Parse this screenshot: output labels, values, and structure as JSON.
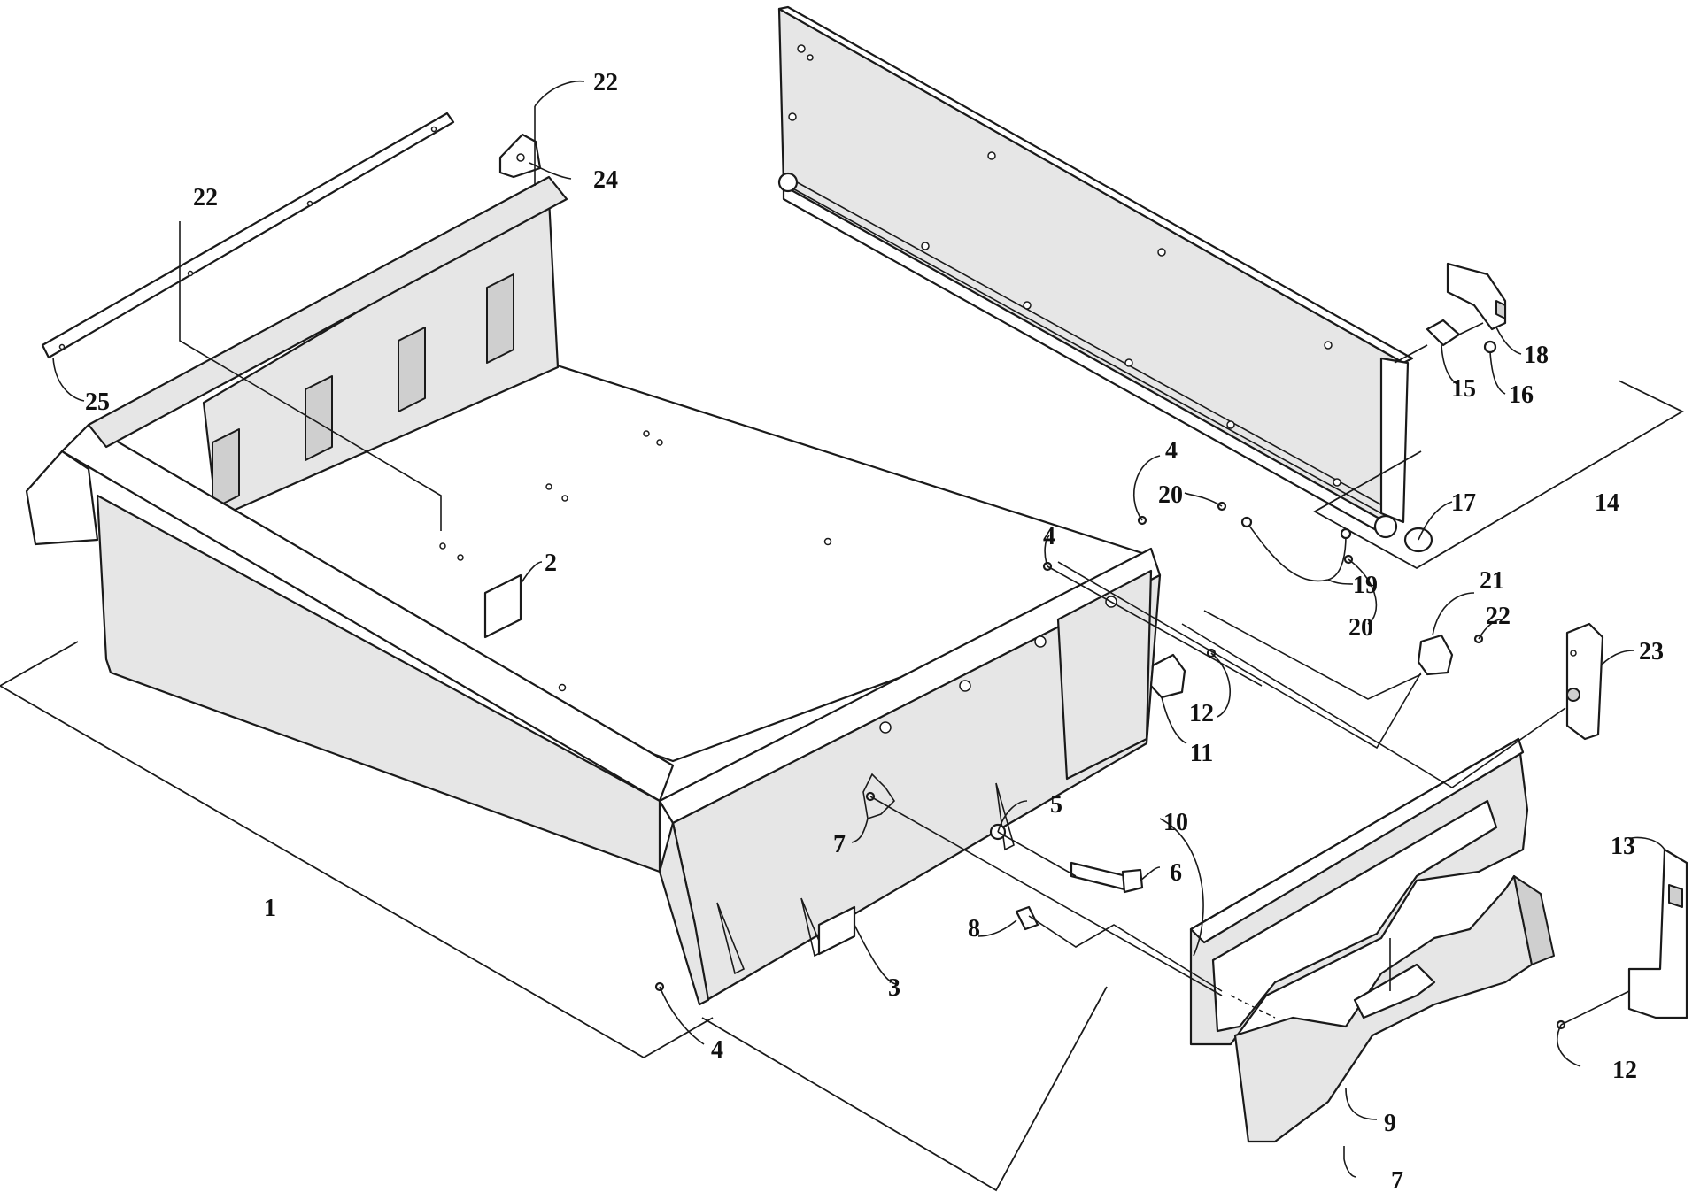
{
  "callouts": [
    {
      "id": "c1",
      "label": "1"
    },
    {
      "id": "c2",
      "label": "2"
    },
    {
      "id": "c3",
      "label": "3"
    },
    {
      "id": "c4a",
      "label": "4"
    },
    {
      "id": "c4b",
      "label": "4"
    },
    {
      "id": "c4c",
      "label": "4"
    },
    {
      "id": "c5",
      "label": "5"
    },
    {
      "id": "c6",
      "label": "6"
    },
    {
      "id": "c7a",
      "label": "7"
    },
    {
      "id": "c7b",
      "label": "7"
    },
    {
      "id": "c8",
      "label": "8"
    },
    {
      "id": "c9",
      "label": "9"
    },
    {
      "id": "c10",
      "label": "10"
    },
    {
      "id": "c11",
      "label": "11"
    },
    {
      "id": "c12a",
      "label": "12"
    },
    {
      "id": "c12b",
      "label": "12"
    },
    {
      "id": "c13",
      "label": "13"
    },
    {
      "id": "c14",
      "label": "14"
    },
    {
      "id": "c15",
      "label": "15"
    },
    {
      "id": "c16",
      "label": "16"
    },
    {
      "id": "c17",
      "label": "17"
    },
    {
      "id": "c18",
      "label": "18"
    },
    {
      "id": "c19",
      "label": "19"
    },
    {
      "id": "c20a",
      "label": "20"
    },
    {
      "id": "c20b",
      "label": "20"
    },
    {
      "id": "c21",
      "label": "21"
    },
    {
      "id": "c22a",
      "label": "22"
    },
    {
      "id": "c22b",
      "label": "22"
    },
    {
      "id": "c22c",
      "label": "22"
    },
    {
      "id": "c23",
      "label": "23"
    },
    {
      "id": "c24",
      "label": "24"
    },
    {
      "id": "c25",
      "label": "25"
    }
  ]
}
